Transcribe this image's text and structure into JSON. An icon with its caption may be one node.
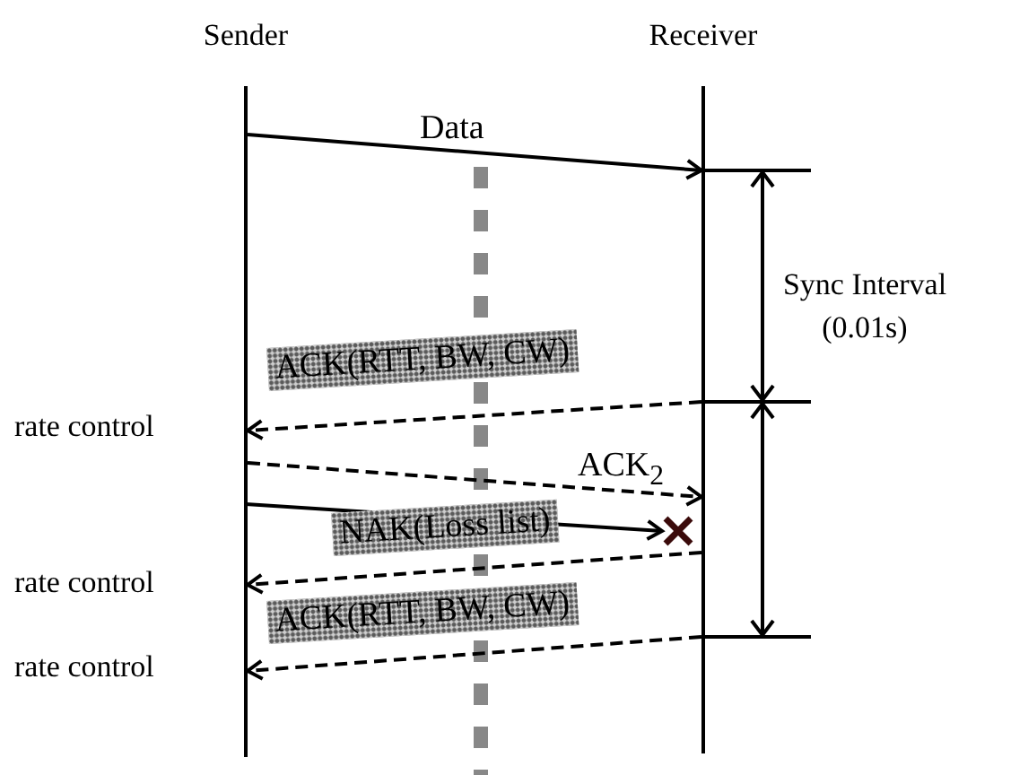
{
  "diagram": {
    "nodes": [
      {
        "text": [
          "Sender"
        ]
      },
      {
        "text": [
          "Receiver"
        ]
      },
      {
        "text": [],
        "shape": "cross"
      }
    ],
    "edges": [
      {
        "from": 0,
        "to": 1,
        "arrow": "to",
        "label": "Data"
      },
      {
        "from": 1,
        "to": 0,
        "arrow": "to",
        "label": "ACK(RTT, BW, CW)",
        "style": "dashed"
      },
      {
        "from": 0,
        "to": 1,
        "arrow": "to",
        "label": "ACK$_{2}$",
        "style": "dashed"
      },
      {
        "from": 0,
        "to": 2,
        "arrow": "to"
      },
      {
        "from": 1,
        "to": 0,
        "arrow": "to",
        "label": "NAK(Loss list)",
        "style": "dashed"
      },
      {
        "from": 1,
        "to": 0,
        "arrow": "to",
        "label": "ACK(RTT, BW, CW)",
        "style": "dashed"
      }
    ],
    "labels": [
      "Sync Interval (0.01s)",
      "rate control",
      "rate control",
      "rate control"
    ]
  }
}
